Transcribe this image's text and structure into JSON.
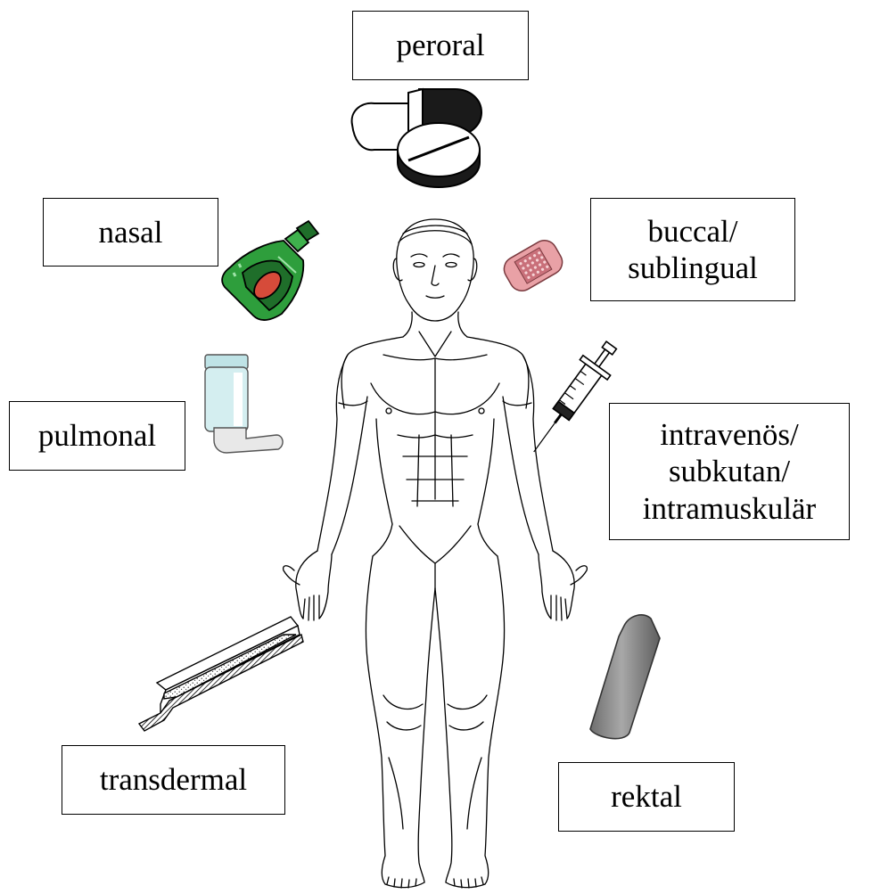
{
  "labels": {
    "peroral": [
      "peroral"
    ],
    "nasal": [
      "nasal"
    ],
    "buccal": [
      "buccal/",
      "sublingual"
    ],
    "pulmonal": [
      "pulmonal"
    ],
    "intra": [
      "intravenös/",
      "subkutan/",
      "intramuskulär"
    ],
    "transdermal": [
      "transdermal"
    ],
    "rektal": [
      "rektal"
    ]
  },
  "icons": {
    "peroral": "pill-and-tablet-icon",
    "nasal": "nasal-spray-bottle-icon",
    "buccal": "buccal-patch-icon",
    "pulmonal": "inhaler-icon",
    "intra": "syringe-icon",
    "transdermal": "transdermal-patch-icon",
    "rektal": "suppository-icon"
  },
  "colors": {
    "spray_green": "#2e9e3c",
    "spray_dark": "#1f6e2a",
    "spray_red": "#c0392b",
    "patch_pink": "#e9a1a6",
    "inhaler_blue": "#d4eef0",
    "suppository_gray": "#8a8a8a"
  }
}
